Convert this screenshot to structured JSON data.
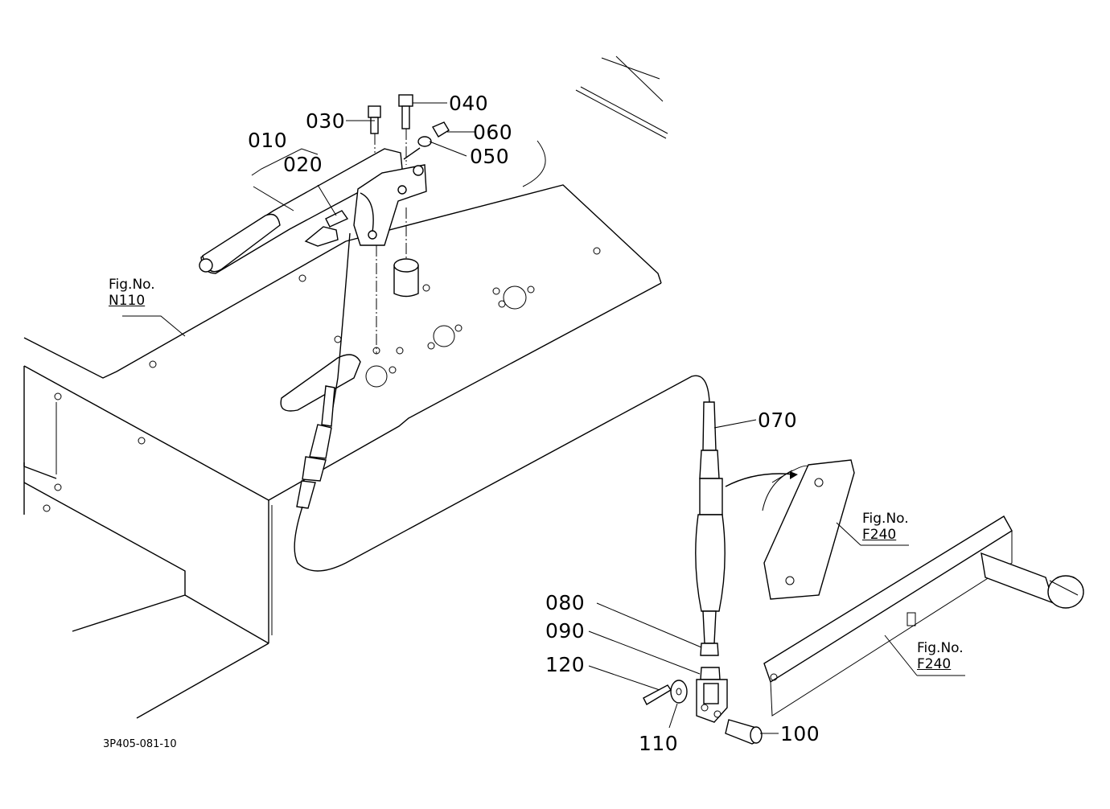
{
  "callouts": {
    "p010": "010",
    "p020": "020",
    "p030": "030",
    "p040": "040",
    "p050": "050",
    "p060": "060",
    "p070": "070",
    "p080": "080",
    "p090": "090",
    "p100": "100",
    "p110": "110",
    "p120": "120"
  },
  "figure_refs": {
    "n110": {
      "prefix": "Fig.No.",
      "code": "N110"
    },
    "f240_upper": {
      "prefix": "Fig.No.",
      "code": "F240"
    },
    "f240_lower": {
      "prefix": "Fig.No.",
      "code": "F240"
    }
  },
  "drawing_number": "3P405-081-10"
}
